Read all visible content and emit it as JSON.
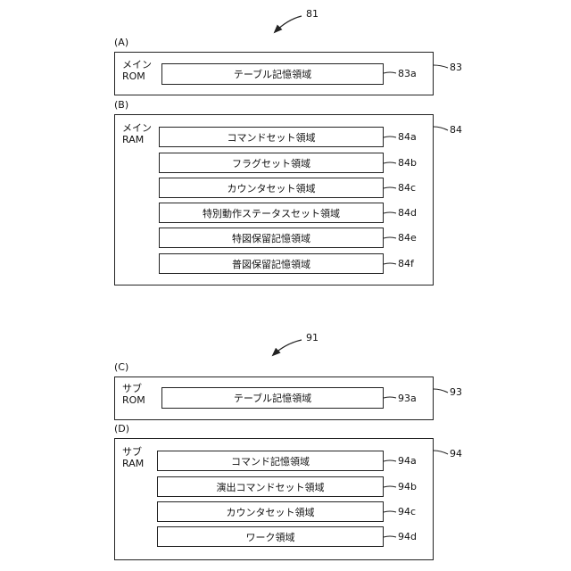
{
  "figure_a": {
    "ref": "81",
    "panels": [
      {
        "tag": "(A)",
        "title": "メイン\nROM",
        "ref": "83",
        "fields": [
          {
            "label": "テーブル記憶領域",
            "ref": "83a"
          }
        ]
      },
      {
        "tag": "(B)",
        "title": "メイン\nRAM",
        "ref": "84",
        "fields": [
          {
            "label": "コマンドセット領域",
            "ref": "84a"
          },
          {
            "label": "フラグセット領域",
            "ref": "84b"
          },
          {
            "label": "カウンタセット領域",
            "ref": "84c"
          },
          {
            "label": "特別動作ステータスセット領域",
            "ref": "84d"
          },
          {
            "label": "特図保留記憶領域",
            "ref": "84e"
          },
          {
            "label": "普図保留記憶領域",
            "ref": "84f"
          }
        ]
      }
    ]
  },
  "figure_b": {
    "ref": "91",
    "panels": [
      {
        "tag": "(C)",
        "title": "サブ\nROM",
        "ref": "93",
        "fields": [
          {
            "label": "テーブル記憶領域",
            "ref": "93a"
          }
        ]
      },
      {
        "tag": "(D)",
        "title": "サブ\nRAM",
        "ref": "94",
        "fields": [
          {
            "label": "コマンド記憶領域",
            "ref": "94a"
          },
          {
            "label": "演出コマンドセット領域",
            "ref": "94b"
          },
          {
            "label": "カウンタセット領域",
            "ref": "94c"
          },
          {
            "label": "ワーク領域",
            "ref": "94d"
          }
        ]
      }
    ]
  }
}
